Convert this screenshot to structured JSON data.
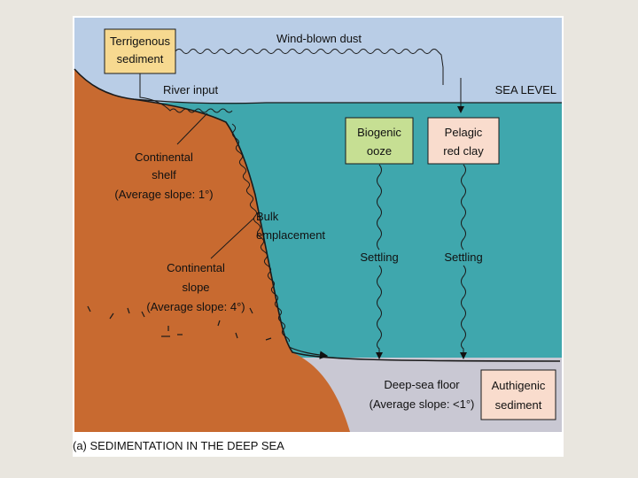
{
  "labels": {
    "terrigenous_1": "Terrigenous",
    "terrigenous_2": "sediment",
    "wind_blown_dust": "Wind-blown dust",
    "river_input": "River input",
    "sea_level": "SEA LEVEL",
    "biogenic_1": "Biogenic",
    "biogenic_2": "ooze",
    "pelagic_1": "Pelagic",
    "pelagic_2": "red clay",
    "shelf_1": "Continental",
    "shelf_2": "shelf",
    "shelf_3": "(Average slope: 1°)",
    "bulk_1": "Bulk",
    "bulk_2": "emplacement",
    "slope_1": "Continental",
    "slope_2": "slope",
    "slope_3": "(Average slope: 4°)",
    "settling_1": "Settling",
    "settling_2": "Settling",
    "floor_1": "Deep-sea floor",
    "floor_2": "(Average slope: <1°)",
    "authigenic_1": "Authigenic",
    "authigenic_2": "sediment"
  },
  "caption": "(a) SEDIMENTATION IN THE DEEP SEA",
  "colors": {
    "sky": "#b9cde6",
    "sea": "#3fa7ad",
    "land": "#c86a30",
    "seafloor": "#c9c8d3",
    "terrigenous_box": "#f7d990",
    "biogenic_box": "#c6df93",
    "pelagic_box": "#f9dccd",
    "authigenic_box": "#f9dccd"
  }
}
